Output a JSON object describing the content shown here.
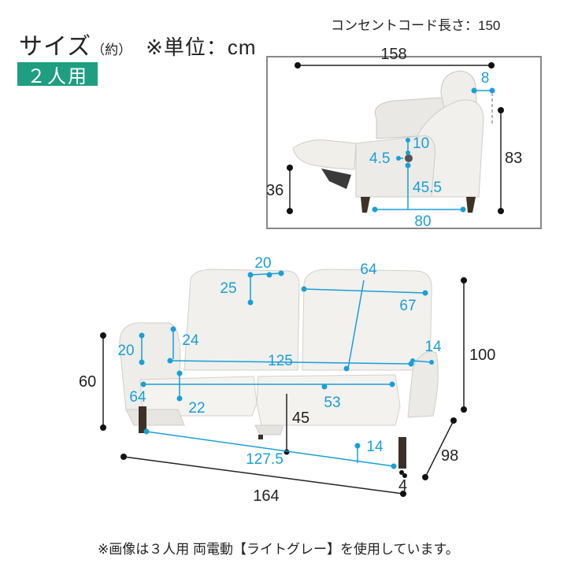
{
  "header": {
    "title": "サイズ",
    "approx": "（約）",
    "unit": "※単位：cm",
    "badge": "２人用",
    "cord": "コンセントコード長さ：150"
  },
  "side_view": {
    "width": "158",
    "back_depth": "8",
    "height": "83",
    "seat_height": "36",
    "switch_w": "4.5",
    "switch_h": "10",
    "arm_height": "45.5",
    "legs_span": "80"
  },
  "front_view": {
    "headrest_w": "20",
    "headrest_h": "25",
    "back_w_top": "64",
    "back_w": "67",
    "arm_h": "20",
    "arm_top": "24",
    "seat_w": "125",
    "arm_side": "14",
    "seat_d_left": "64",
    "seat_d_inner": "22",
    "seat_d_right": "53",
    "seat_h": "45",
    "base_w": "127.5",
    "leg_gap": "14",
    "height": "60",
    "total_h": "100",
    "total_w": "164",
    "depth": "98",
    "leg_h": "4"
  },
  "colors": {
    "accent": "#1a9fd6",
    "badge": "#1f9e82"
  },
  "footnote": "※画像は３人用 両電動【ライトグレー】を使用しています。"
}
